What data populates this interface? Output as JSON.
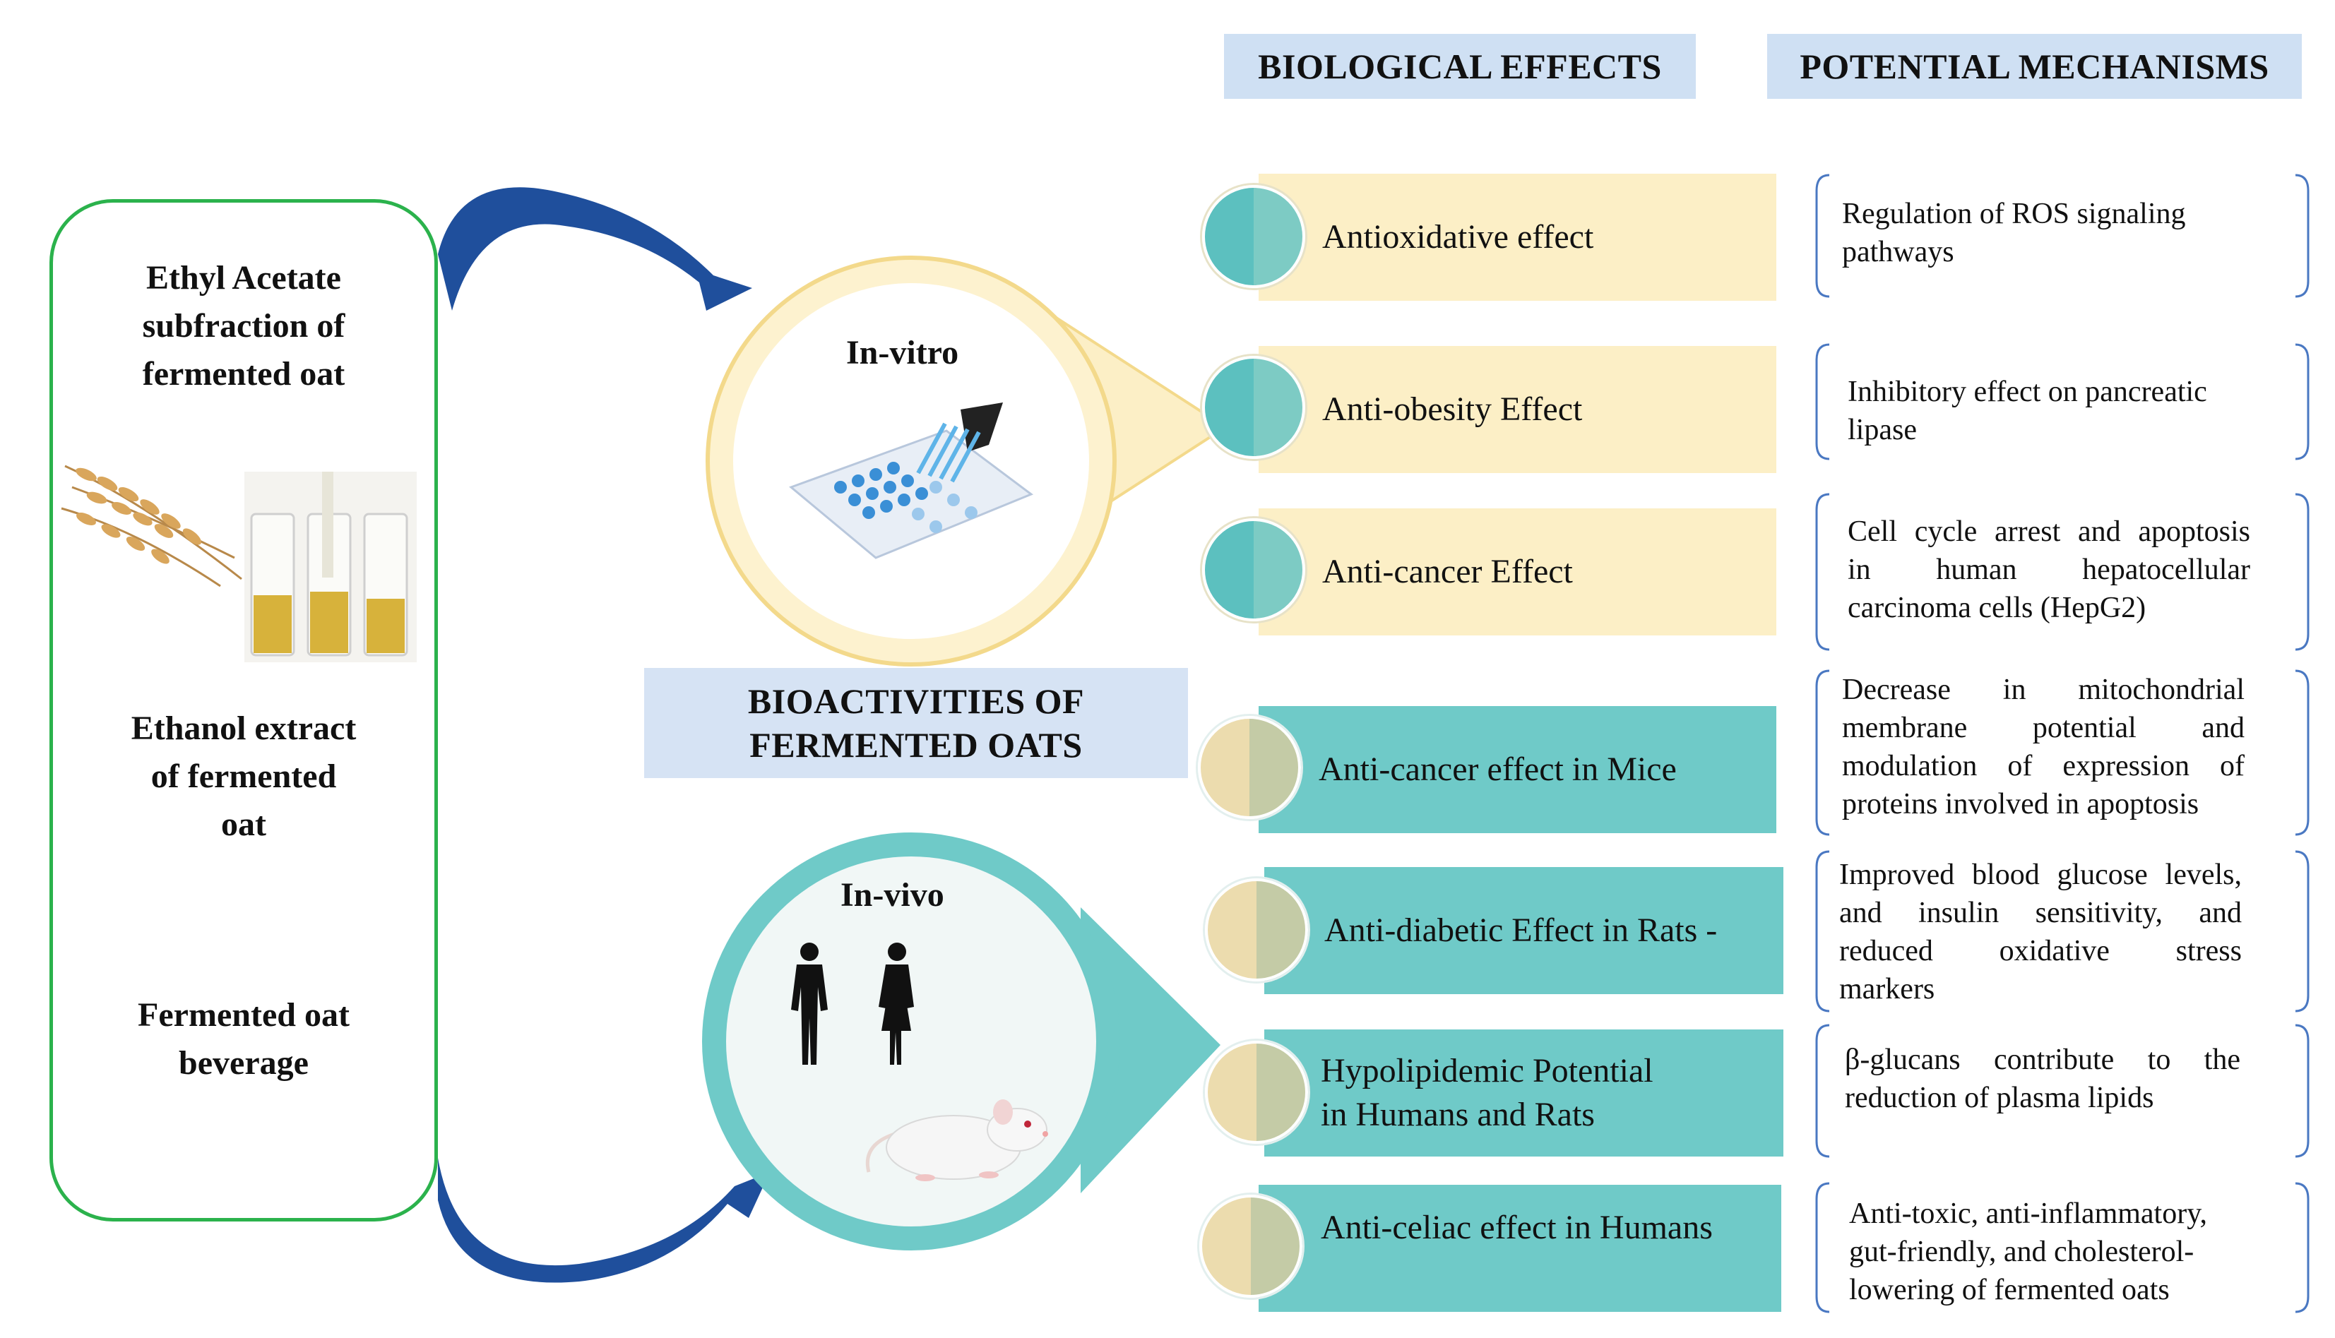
{
  "headers": {
    "biological_effects": "BIOLOGICAL EFFECTS",
    "potential_mechanisms": "POTENTIAL MECHANISMS"
  },
  "sources": [
    {
      "lines": [
        "Ethyl Acetate",
        "subfraction of",
        "fermented oat"
      ]
    },
    {
      "lines": [
        "Ethanol extract",
        "of fermented",
        "oat"
      ]
    },
    {
      "lines": [
        "Fermented oat",
        "beverage"
      ]
    }
  ],
  "center": {
    "lines": [
      "BIOACTIVITIES OF",
      "FERMENTED OATS"
    ]
  },
  "in_vitro_label": "In-vitro",
  "in_vivo_label": "In-vivo",
  "effects": [
    {
      "label": "Antioxidative effect",
      "mechanism": [
        "Regulation of ROS signaling",
        "pathways"
      ]
    },
    {
      "label": "Anti-obesity Effect",
      "mechanism": [
        "Inhibitory effect on pancreatic",
        "lipase"
      ]
    },
    {
      "label": "Anti-cancer Effect",
      "mechanism": [
        "Cell cycle arrest and apoptosis",
        "in human hepatocellular",
        "carcinoma cells (HepG2)"
      ]
    },
    {
      "label": "Anti-cancer effect in Mice",
      "mechanism": [
        "Decrease in mitochondrial",
        "membrane potential and",
        "modulation of expression of",
        "proteins involved in apoptosis"
      ]
    },
    {
      "label": "Anti-diabetic Effect in Rats -",
      "mechanism": [
        "Improved blood glucose levels,",
        "and insulin sensitivity, and",
        "reduced oxidative stress",
        "markers"
      ]
    },
    {
      "label_lines": [
        "Hypolipidemic Potential",
        "in Humans and Rats"
      ],
      "mechanism": [
        "β-glucans contribute to the",
        "reduction of plasma lipids"
      ]
    },
    {
      "label": "Anti-celiac effect in Humans",
      "mechanism": [
        "Anti-toxic, anti-inflammatory,",
        "gut-friendly, and cholesterol-",
        "lowering of fermented oats"
      ]
    }
  ],
  "colors": {
    "header_bg": "#cfe0f3",
    "yellow_band": "#fcefc6",
    "teal_band": "#6fcac8",
    "green_border": "#2bb24c",
    "arrow_blue": "#1f4f9c"
  }
}
